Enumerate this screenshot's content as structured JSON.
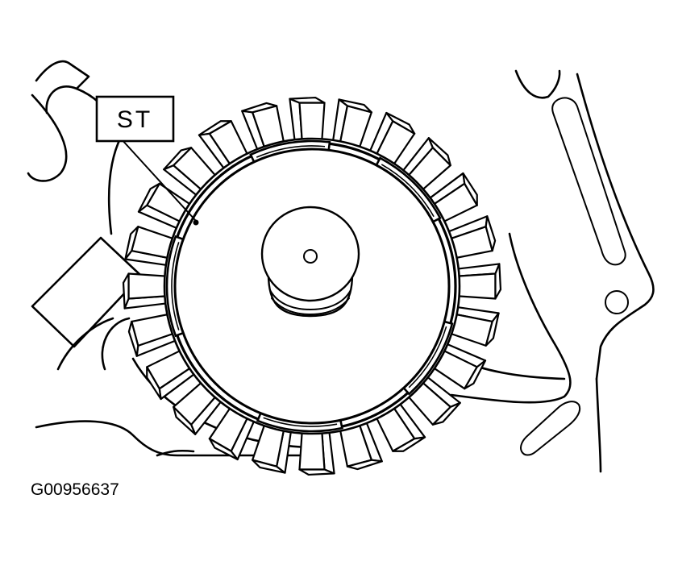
{
  "callout": {
    "label": "ST"
  },
  "figure_id": "G00956637",
  "tooth_count": 24,
  "colors": {
    "line": "#000000",
    "background": "#ffffff"
  }
}
